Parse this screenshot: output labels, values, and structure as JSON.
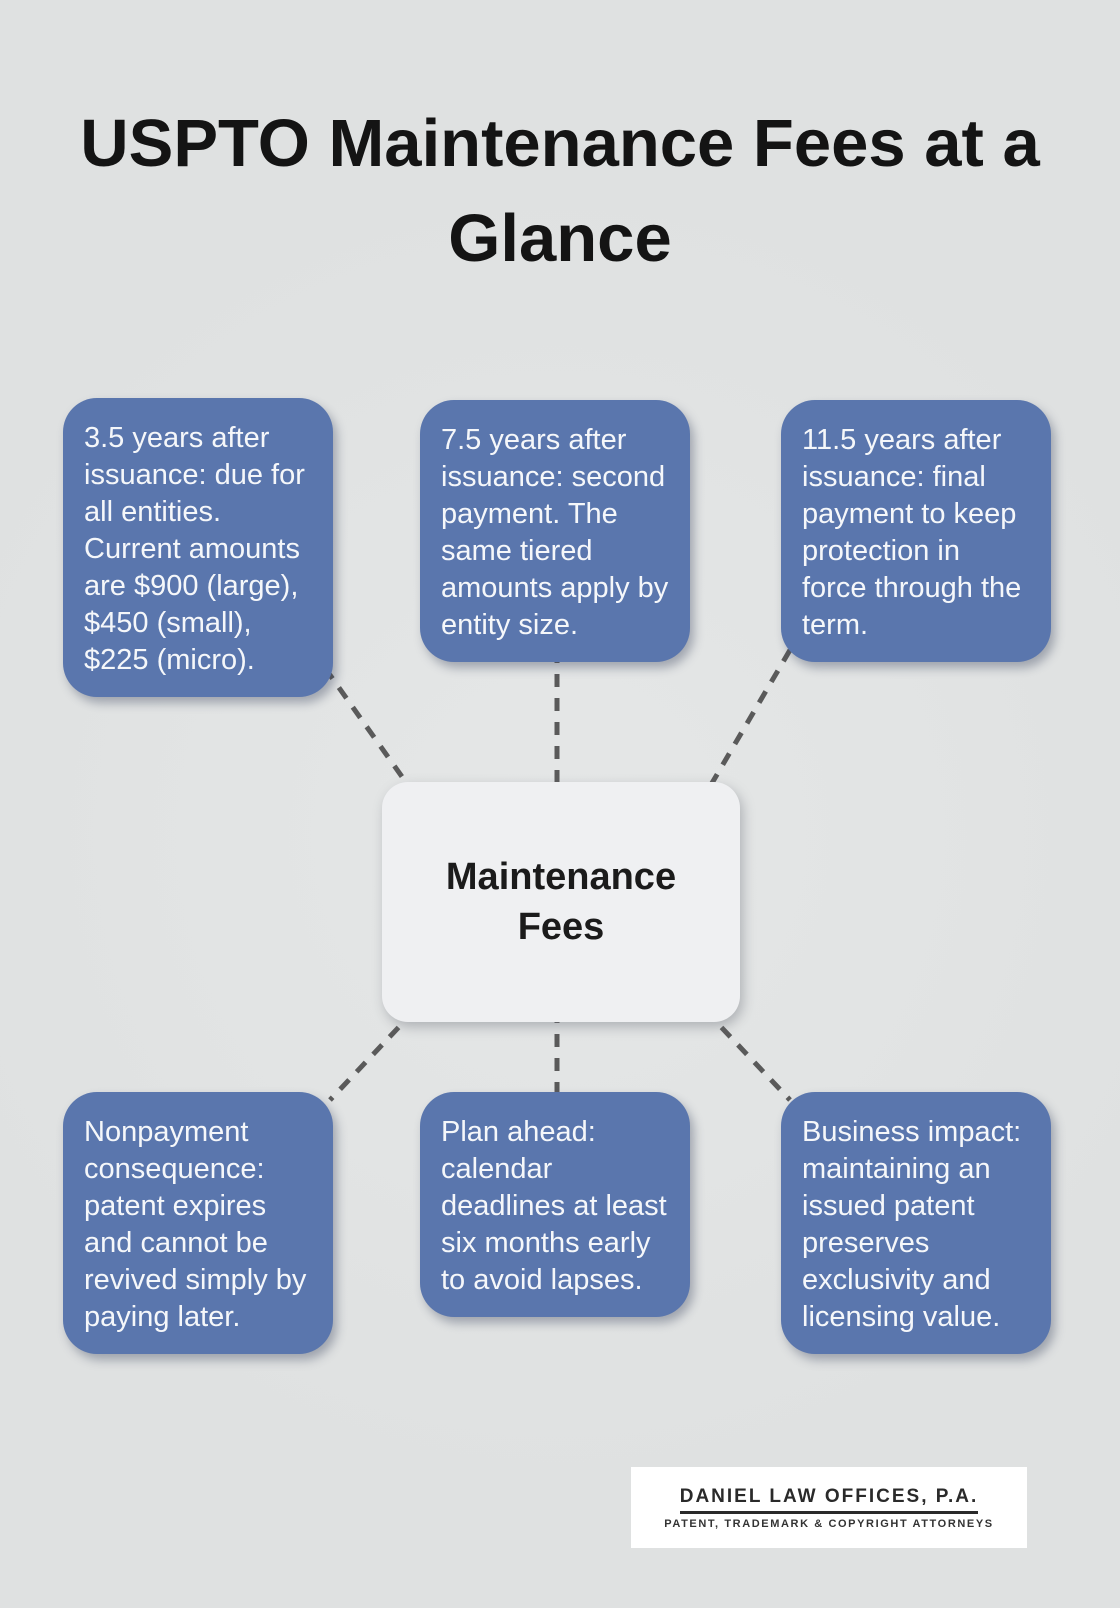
{
  "title": "USPTO Maintenance Fees at a Glance",
  "center": {
    "label": "Maintenance Fees"
  },
  "nodes": [
    {
      "id": "3-5-years",
      "text": "3.5 years after issuance: due for all entities. Current amounts are $900 (large), $450 (small), $225 (micro)."
    },
    {
      "id": "7-5-years",
      "text": "7.5 years after issuance: second payment. The same tiered amounts apply by entity size."
    },
    {
      "id": "11-5-years",
      "text": "11.5 years after issuance: final payment to keep protection in force through the term."
    },
    {
      "id": "nonpayment",
      "text": "Nonpayment consequence: patent expires and cannot be revived simply by paying later."
    },
    {
      "id": "plan-ahead",
      "text": "Plan ahead: calendar deadlines at least six months early to avoid lapses."
    },
    {
      "id": "business-impact",
      "text": "Business impact: maintaining an issued patent preserves exclusivity and licensing value."
    }
  ],
  "footer": {
    "firm_name": "DANIEL LAW OFFICES, P.A.",
    "tagline": "PATENT, TRADEMARK & COPYRIGHT ATTORNEYS"
  },
  "colors": {
    "background": "#dfe1e1",
    "node_fill": "#5a76ad",
    "node_text": "#f5f7fa",
    "center_fill": "#eff0f2",
    "center_text": "#1b1b1b",
    "connector": "#5a5a5a",
    "title_text": "#141414",
    "logo_background": "#ffffff",
    "logo_text": "#2a2a2a"
  }
}
